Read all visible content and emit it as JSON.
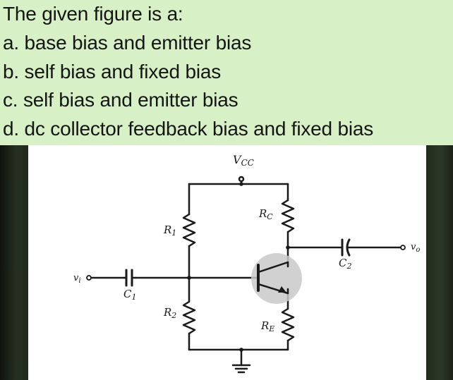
{
  "question": {
    "prompt": "The given figure is a:",
    "options": [
      {
        "text": "a. base bias and emitter bias"
      },
      {
        "text": "b. self bias and fixed bias"
      },
      {
        "text": "c. self bias and emitter bias"
      },
      {
        "text": "d. dc collector feedback bias and fixed bias"
      }
    ]
  },
  "circuit": {
    "labels": {
      "vcc": {
        "main": "V",
        "sub": "CC"
      },
      "rc": {
        "main": "R",
        "sub": "C"
      },
      "r1": {
        "main": "R",
        "sub": "1"
      },
      "r2": {
        "main": "R",
        "sub": "2"
      },
      "re": {
        "main": "R",
        "sub": "E"
      },
      "c1": {
        "main": "C",
        "sub": "1"
      },
      "c2": {
        "main": "C",
        "sub": "2"
      },
      "vi": {
        "main": "v",
        "sub": "i"
      },
      "vo": {
        "main": "v",
        "sub": "o"
      }
    }
  },
  "colors": {
    "question_background": "#d8f0c6",
    "question_text": "#151515",
    "figure_background": "#ffffff",
    "wire": "#1a1a1a",
    "transistor_highlight": "#c9c9c9",
    "slide_border": "#1b2417"
  }
}
